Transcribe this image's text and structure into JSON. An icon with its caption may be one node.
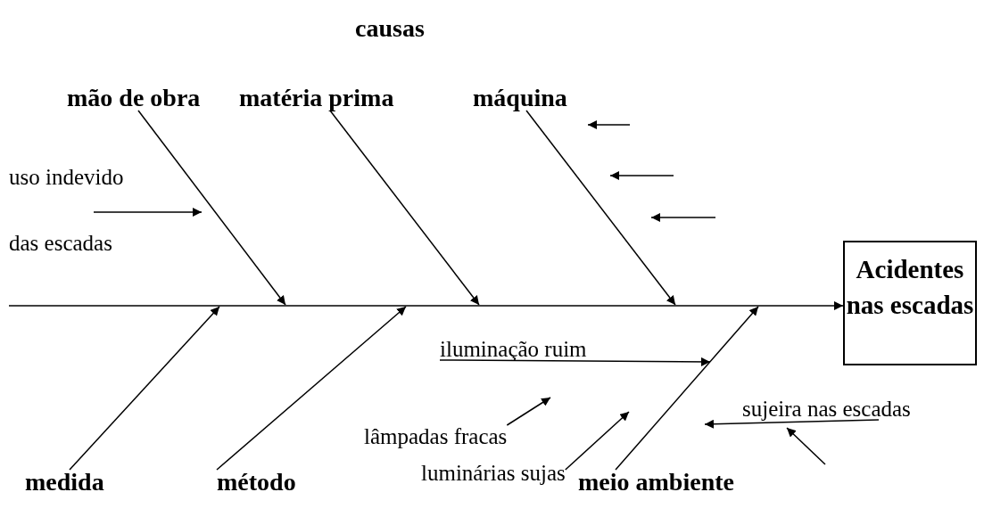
{
  "diagram": {
    "title": "causas",
    "nodes": [
      {
        "text": [
          "mão de obra"
        ]
      },
      {
        "text": [
          "matéria prima"
        ]
      },
      {
        "text": [
          "máquina"
        ]
      },
      {
        "text": [
          "medida"
        ]
      },
      {
        "text": [
          "método"
        ]
      },
      {
        "text": [
          "meio ambiente"
        ]
      },
      {
        "text": [
          "Acidentes nas escadas"
        ]
      },
      {
        "text": [
          "uso indevido",
          "das escadas"
        ]
      },
      {
        "text": [
          "iluminação ruim"
        ]
      },
      {
        "text": [
          "lâmpadas fracas"
        ]
      },
      {
        "text": [
          "luminárias sujas"
        ]
      },
      {
        "text": [
          "sujeira nas escadas"
        ]
      }
    ],
    "edges": [
      {
        "from": null,
        "to": 6,
        "arrow": "to"
      },
      {
        "from": 0,
        "to": null,
        "arrow": "to"
      },
      {
        "from": 1,
        "to": null,
        "arrow": "to"
      },
      {
        "from": 2,
        "to": null,
        "arrow": "to"
      },
      {
        "from": 3,
        "to": null,
        "arrow": "to"
      },
      {
        "from": 4,
        "to": null,
        "arrow": "to"
      },
      {
        "from": 5,
        "to": null,
        "arrow": "to"
      },
      {
        "from": 7,
        "to": null,
        "arrow": "to"
      },
      {
        "from": 8,
        "to": null,
        "arrow": "to"
      },
      {
        "from": 9,
        "to": null,
        "arrow": "to"
      },
      {
        "from": 10,
        "to": null,
        "arrow": "to"
      },
      {
        "from": 11,
        "to": null,
        "arrow": "to"
      }
    ]
  }
}
